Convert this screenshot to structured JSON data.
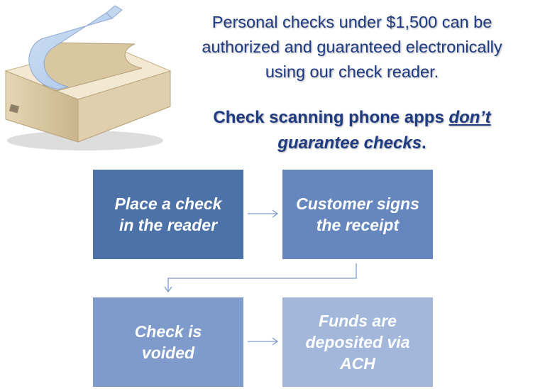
{
  "headline": {
    "line1": "Personal checks under $1,500 can be",
    "line2": "authorized and guaranteed electronically",
    "line3": "using our check reader."
  },
  "subline": {
    "part1": "Check scanning phone apps ",
    "emphasis": "don’t",
    "part2": "guarantee checks",
    "period": "."
  },
  "steps": [
    {
      "line1": "Place a check",
      "line2": "in the reader"
    },
    {
      "line1": "Customer signs",
      "line2": "the receipt"
    },
    {
      "line1": "Check is",
      "line2": "voided"
    },
    {
      "line1": "Funds are",
      "line2": "deposited via",
      "line3": "ACH"
    }
  ],
  "colors": {
    "text": "#1f3c82",
    "step1": "#4d72a8",
    "step2": "#6687bd",
    "step3": "#7f9bcb",
    "step4": "#a3b7da",
    "arrow": "#7f9bcb"
  }
}
